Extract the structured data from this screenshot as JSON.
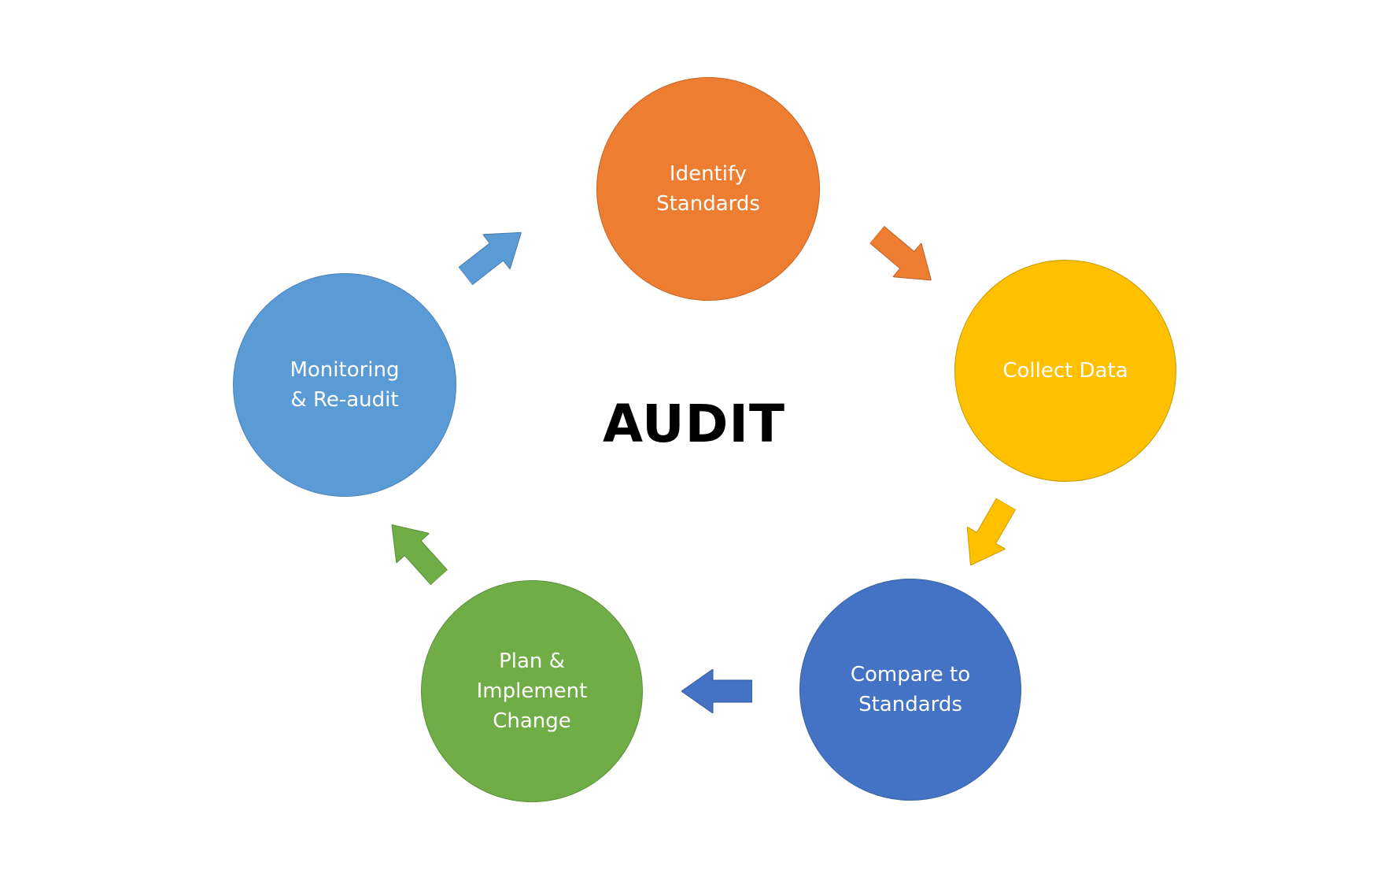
{
  "center": {
    "title": "AUDIT"
  },
  "steps": [
    {
      "label": "Identify\nStandards",
      "color": "#ed7d31"
    },
    {
      "label": "Collect Data",
      "color": "#ffc000"
    },
    {
      "label": "Compare to\nStandards",
      "color": "#4472c4"
    },
    {
      "label": "Plan &\nImplement\nChange",
      "color": "#70ad47"
    },
    {
      "label": "Monitoring\n& Re-audit",
      "color": "#5b9bd5"
    }
  ],
  "arrows": [
    {
      "color": "#ed7d31",
      "icon": "arrow-right-down-icon"
    },
    {
      "color": "#ffc000",
      "icon": "arrow-down-left-icon"
    },
    {
      "color": "#4472c4",
      "icon": "arrow-left-icon"
    },
    {
      "color": "#70ad47",
      "icon": "arrow-up-left-icon"
    },
    {
      "color": "#5b9bd5",
      "icon": "arrow-up-right-icon"
    }
  ]
}
